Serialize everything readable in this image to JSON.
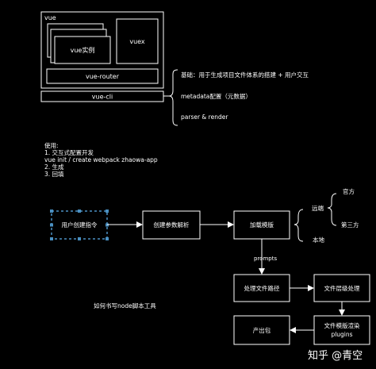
{
  "architecture": {
    "outer_label": "vue",
    "instance_label": "vue实例",
    "vuex_label": "vuex",
    "router_label": "vue-router",
    "cli_label": "vue-cli"
  },
  "features": {
    "items": [
      "基础：用于生成项目文件体系的搭建 + 用户交互",
      "metadata配置（元数据）",
      "parser & render"
    ]
  },
  "usage": {
    "title": "使用:",
    "lines": [
      "1. 交互式配置开发",
      "vue init / create webpack zhaowa-app",
      "2. 生成",
      "3. 回填"
    ]
  },
  "flow": {
    "user_command": "用户创建指令",
    "parse_params": "创建参数解析",
    "load_template": "加载模版",
    "remote": "远端",
    "official": "官方",
    "third_party": "第三方",
    "local": "本地",
    "prompts": "prompts",
    "process_paths": "处理文件路径",
    "process_layers": "文件层级处理",
    "render_template": "文件模版渲染",
    "plugins": "plugins",
    "output": "产出包"
  },
  "caption": "如何书写node脚本工具",
  "watermark": "知乎 @青空",
  "colors": {
    "background": "#000000",
    "line": "#ffffff",
    "selected_border": "#4a90c2"
  }
}
